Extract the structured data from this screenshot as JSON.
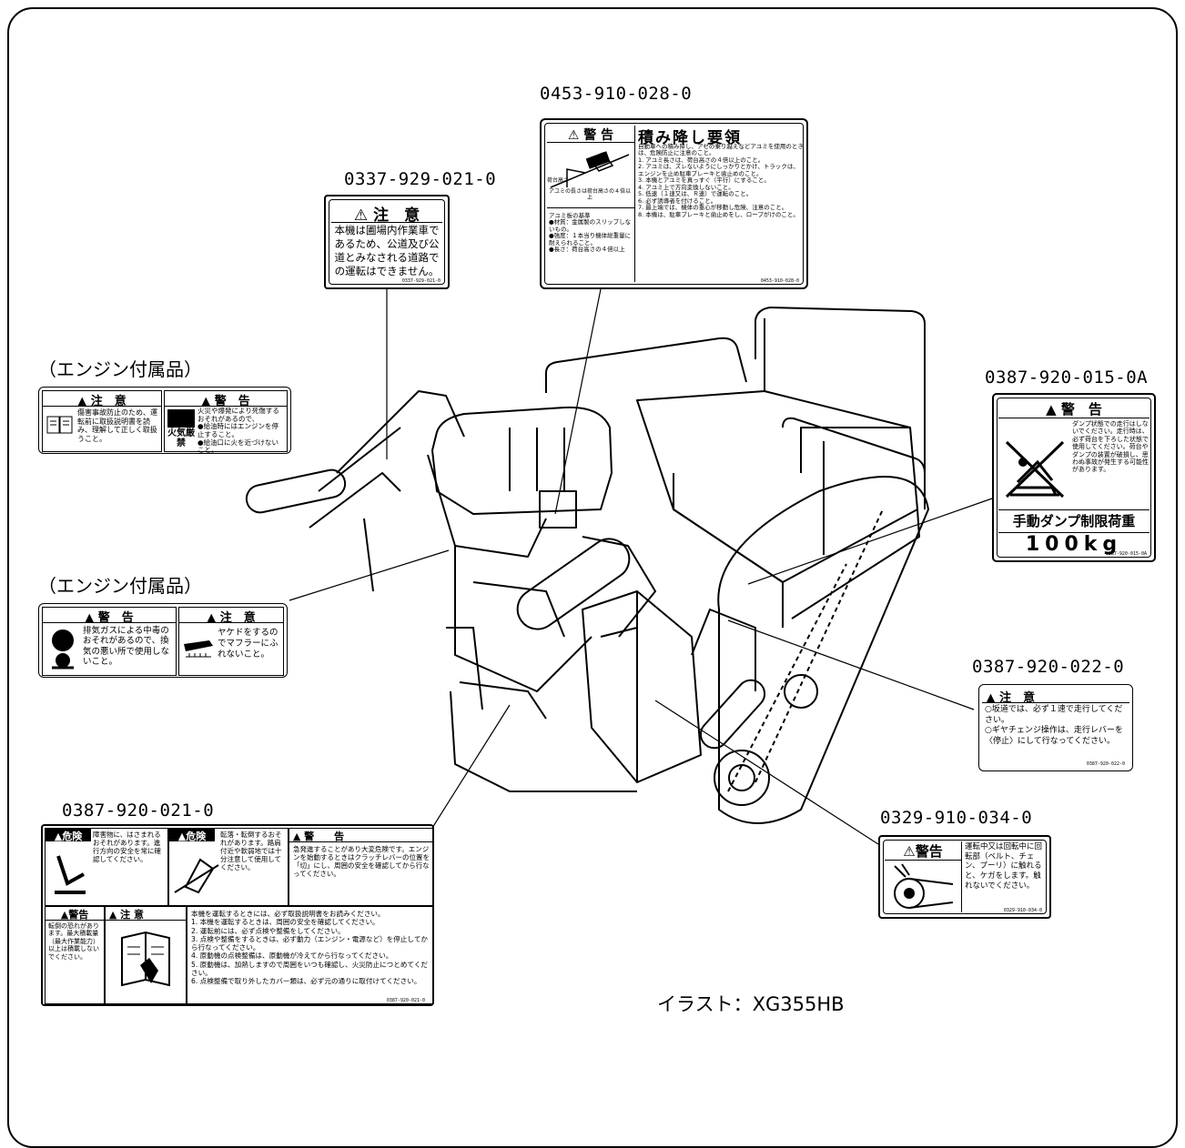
{
  "part_numbers": {
    "p1": "0453-910-028-0",
    "p2": "0337-929-021-0",
    "p3": "0387-920-015-0A",
    "p4": "0387-920-022-0",
    "p5": "0329-910-034-0",
    "p6": "0387-920-021-0"
  },
  "group_labels": {
    "engine_accessory_1": "（エンジン付属品）",
    "engine_accessory_2": "（エンジン付属品）"
  },
  "caption": "イラスト：XG355HB",
  "label_0453": {
    "warn": "警 告",
    "title": "積み降し要領",
    "intro": "自動車への積み降し、アゼの乗り越えなどアユミを使用のときは、危険防止に注意のこと。",
    "items": [
      "1. アユミ長さは、荷台高さの４倍以上のこと。",
      "2. アユミは、ズレないようにしっかりとかけ、トラックは、エンジンを止め駐車ブレーキと歯止めのこと。",
      "3. 本機とアユミを真っすぐ（平行）にすること。",
      "4. アユミ上で方向変換しないこと。",
      "5. 低速（１速又は、Ｒ速）で運転のこと。",
      "6. 必ず誘導者を付けること。",
      "7. 最上端では、機体の重心が移動し危険、注意のこと。",
      "8. 本機は、駐車ブレーキと歯止めをし、ロープがけのこと。"
    ],
    "fig_label1": "荷台高さ",
    "fig_label2": "アユミの長さは荷台高さの４倍以上",
    "left_head": "アユミ板の基準",
    "left_items": [
      "●材質：金属製のスリップしないもの。",
      "●強度：１本当り機体総重量に耐えられること。",
      "●長さ：荷台高さの４倍以上"
    ],
    "code": "0453-910-028-0"
  },
  "label_0337": {
    "head": "注　意",
    "body": "本機は圃場内作業車であるため、公道及び公道とみなされる道路での運転はできません。",
    "code": "0337-929-021-0"
  },
  "label_eng1": {
    "left_head": "注　意",
    "left_body": "傷害事故防止のため、運転前に取扱説明書を読み、理解して正しく取扱うこと。",
    "right_head": "警　告",
    "right_body": "火災や爆発により死傷するおそれがあるので、",
    "right_note1": "●給油時にはエンジンを停止すること。",
    "right_note2": "●給油口に火を近づけないこと。",
    "fire": "火気厳禁"
  },
  "label_eng2": {
    "left_head": "警　告",
    "left_body": "排気ガスによる中毒のおそれがあるので、換気の悪い所で使用しないこと。",
    "right_head": "注　意",
    "right_body": "ヤケドをするのでマフラーにふれないこと。"
  },
  "label_0387_015": {
    "head": "警　告",
    "body": "ダンプ状態での走行はしないでください。走行時は、必ず荷台を下ろした状態で使用してください。荷台やダンプの装置が破損し、思わぬ事故が発生する可能性があります。",
    "title": "手動ダンプ制限荷重",
    "load": "100kg",
    "code": "0387-920-015-0A"
  },
  "label_0387_022": {
    "head": "注　意",
    "line1": "○坂道では、必ず１速で走行してください。",
    "line2": "○ギヤチェンジ操作は、走行レバーを〈停止〉にして行なってください。",
    "code": "0387-920-022-0"
  },
  "label_0329": {
    "head": "警告",
    "body": "運転中又は回転中に回転部（ベルト、チェン、プーリ）に触れると、ケガをします。触れないでください。",
    "code": "0329-910-034-0"
  },
  "label_0387_021": {
    "danger": "危険",
    "c1_body": "障害物に、はさまれるおそれがあります。進行方向の安全を常に確認してください。",
    "c2_body": "転落・転倒するおそれがあります。路肩付近や軟弱地では十分注意して使用してください。",
    "c3_head": "警　　告",
    "c3_body": "急発進することがあり大変危険です。エンジンを始動するときはクラッチレバーの位置を「切」にし、周囲の安全を確認してから行なってください。",
    "b1_head": "警告",
    "b1_body": "転倒の恐れがあります。最大積載量（最大作業能力）以上は積載しないでください。",
    "b2_head": "注 意",
    "b3_lines": [
      "本機を運転するときには、必ず取扱説明書をお読みください。",
      "1. 本機を運転するときは、周囲の安全を確認してください。",
      "2. 運転前には、必ず点検や整備をしてください。",
      "3. 点検や整備をするときは、必ず動力（エンジン・電源など）を停止してから行なってください。",
      "4. 原動機の点検整備は、原動機が冷えてから行なってください。",
      "5. 原動機は、加熱しますので周囲をいつも確認し、火災防止につとめてください。",
      "6. 点検整備で取り外したカバー類は、必ず元の通りに取付けてください。"
    ],
    "code": "0387-920-021-0"
  }
}
